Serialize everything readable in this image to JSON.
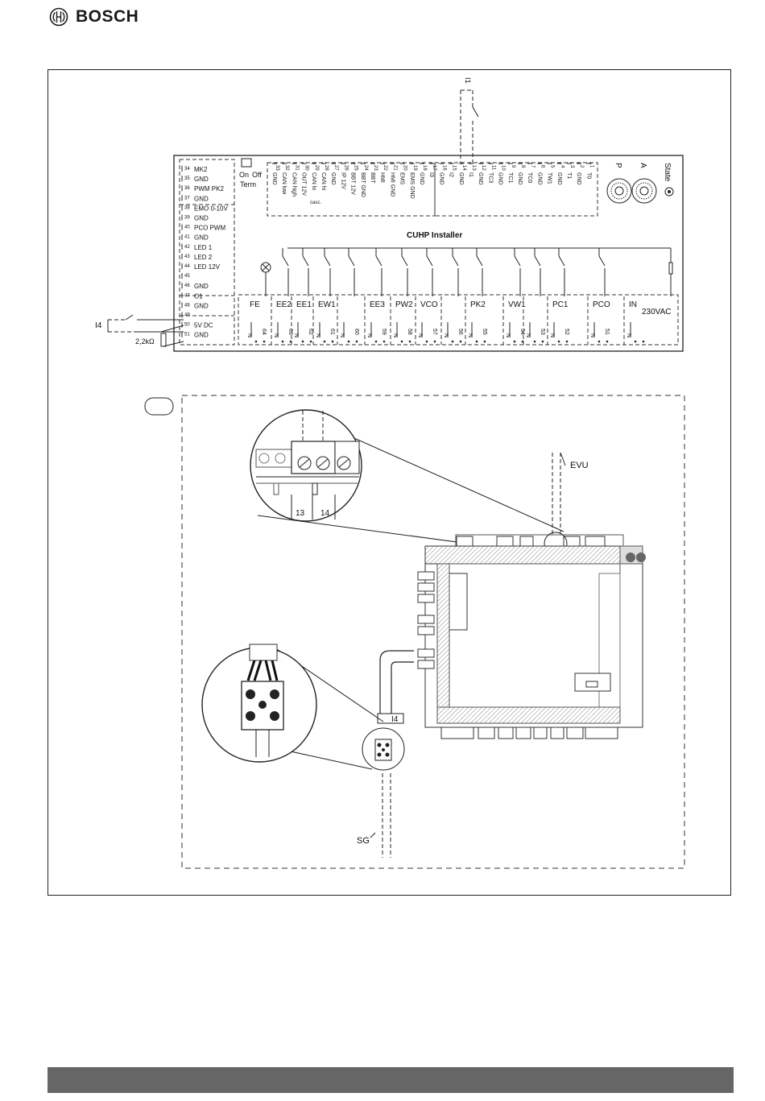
{
  "brand": {
    "name": "BOSCH"
  },
  "board": {
    "title": "CUHP Installer",
    "switch_on": "On",
    "switch_off": "Off",
    "switch_label": "Term",
    "left_terminals": [
      {
        "num": "34",
        "label": "MK2"
      },
      {
        "num": "35",
        "label": "GND"
      },
      {
        "num": "36",
        "label": "PWM PK2"
      },
      {
        "num": "37",
        "label": "GND"
      },
      {
        "num": "38",
        "label": "EMO 0-10V"
      },
      {
        "num": "39",
        "label": "GND"
      },
      {
        "num": "40",
        "label": "PCO PWM"
      },
      {
        "num": "41",
        "label": "GND"
      },
      {
        "num": "42",
        "label": "LED 1"
      },
      {
        "num": "43",
        "label": "LED 2"
      },
      {
        "num": "44",
        "label": "LED 12V"
      },
      {
        "num": "45",
        "label": ""
      },
      {
        "num": "46",
        "label": "GND"
      },
      {
        "num": "47",
        "label": "O1"
      },
      {
        "num": "48",
        "label": "GND"
      },
      {
        "num": "49",
        "label": ""
      },
      {
        "num": "50",
        "label": "5V DC"
      },
      {
        "num": "51",
        "label": "GND"
      }
    ],
    "top_terminals": [
      {
        "num": "33",
        "label": "GND"
      },
      {
        "num": "32",
        "label": "CAN low"
      },
      {
        "num": "31",
        "label": "CAN high"
      },
      {
        "num": "30",
        "label": "OUT 12V"
      },
      {
        "num": "29",
        "label": "CAN lo"
      },
      {
        "num": "28",
        "label": "CAN hi"
      },
      {
        "num": "27",
        "label": "GND"
      },
      {
        "num": "26",
        "label": "IP 12V"
      },
      {
        "num": "25",
        "label": "BBT 12V"
      },
      {
        "num": "24",
        "label": "BBT GND"
      },
      {
        "num": "23",
        "label": "BBT"
      },
      {
        "num": "22",
        "label": "HMI"
      },
      {
        "num": "21",
        "label": "HMI GND"
      },
      {
        "num": "20",
        "label": "EMS"
      },
      {
        "num": "19",
        "label": "EMS GND"
      },
      {
        "num": "18",
        "label": "GND"
      },
      {
        "num": "17",
        "label": "I3"
      },
      {
        "num": "16",
        "label": "GND"
      },
      {
        "num": "15",
        "label": "I2"
      },
      {
        "num": "14",
        "label": "GND"
      },
      {
        "num": "13",
        "label": "I1"
      },
      {
        "num": "12",
        "label": "GND"
      },
      {
        "num": "11",
        "label": "TC3"
      },
      {
        "num": "10",
        "label": "GND"
      },
      {
        "num": "9",
        "label": "TC1"
      },
      {
        "num": "8",
        "label": "GND"
      },
      {
        "num": "7",
        "label": "TC0"
      },
      {
        "num": "6",
        "label": "GND"
      },
      {
        "num": "5",
        "label": "TW1"
      },
      {
        "num": "4",
        "label": "GND"
      },
      {
        "num": "3",
        "label": "T1"
      },
      {
        "num": "2",
        "label": "GND"
      },
      {
        "num": "1",
        "label": "T0"
      }
    ],
    "casc_note": "casc.",
    "rotary_p": "P",
    "rotary_a": "A",
    "state_label": "State",
    "outputs": [
      {
        "label": "FE",
        "num": "64"
      },
      {
        "label": "EE2",
        "num": "63"
      },
      {
        "label": "EE1",
        "num": "62"
      },
      {
        "label": "EW1",
        "num": "61"
      },
      {
        "label": "",
        "num": "60"
      },
      {
        "label": "EE3",
        "num": "59"
      },
      {
        "label": "PW2",
        "num": "58"
      },
      {
        "label": "VCO",
        "num": "57"
      },
      {
        "label": "",
        "num": "56"
      },
      {
        "label": "PK2",
        "num": "55"
      },
      {
        "label": "VW1",
        "num": "54"
      },
      {
        "label": "",
        "num": "53"
      },
      {
        "label": "PC1",
        "num": "52"
      },
      {
        "label": "PCO",
        "num": "51"
      },
      {
        "label": "IN",
        "num": ""
      }
    ],
    "in_voltage": "230VAC",
    "n_mark": "N"
  },
  "wiring": {
    "input_i1": "I1",
    "input_i4": "I4",
    "resistor": "2,2kΩ"
  },
  "detail": {
    "zoom_terminal_13": "13",
    "zoom_terminal_14": "14",
    "evu_label": "EVU",
    "sg_label": "SG",
    "cable_tag": "I4"
  }
}
